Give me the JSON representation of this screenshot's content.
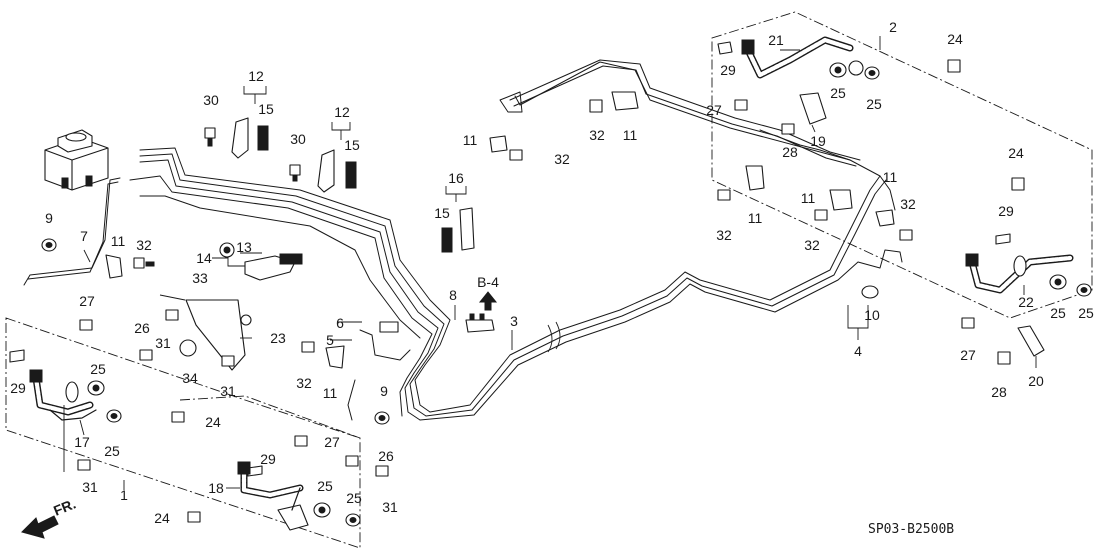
{
  "diagram": {
    "code": "SP03-B2500B",
    "direction_label": "FR.",
    "ref_label": "B-4"
  },
  "callouts": [
    {
      "id": "c1",
      "text": "1"
    },
    {
      "id": "c2",
      "text": "2"
    },
    {
      "id": "c3",
      "text": "3"
    },
    {
      "id": "c4",
      "text": "4"
    },
    {
      "id": "c5",
      "text": "5"
    },
    {
      "id": "c6",
      "text": "6"
    },
    {
      "id": "c7",
      "text": "7"
    },
    {
      "id": "c8",
      "text": "8"
    },
    {
      "id": "c9a",
      "text": "9"
    },
    {
      "id": "c9b",
      "text": "9"
    },
    {
      "id": "c10",
      "text": "10"
    },
    {
      "id": "c11a",
      "text": "11"
    },
    {
      "id": "c11b",
      "text": "11"
    },
    {
      "id": "c11c",
      "text": "11"
    },
    {
      "id": "c11d",
      "text": "11"
    },
    {
      "id": "c11e",
      "text": "11"
    },
    {
      "id": "c11f",
      "text": "11"
    },
    {
      "id": "c11g",
      "text": "11"
    },
    {
      "id": "c12a",
      "text": "12"
    },
    {
      "id": "c12b",
      "text": "12"
    },
    {
      "id": "c13",
      "text": "13"
    },
    {
      "id": "c14",
      "text": "14"
    },
    {
      "id": "c15a",
      "text": "15"
    },
    {
      "id": "c15b",
      "text": "15"
    },
    {
      "id": "c15c",
      "text": "15"
    },
    {
      "id": "c16",
      "text": "16"
    },
    {
      "id": "c17",
      "text": "17"
    },
    {
      "id": "c18",
      "text": "18"
    },
    {
      "id": "c19",
      "text": "19"
    },
    {
      "id": "c20",
      "text": "20"
    },
    {
      "id": "c21",
      "text": "21"
    },
    {
      "id": "c22",
      "text": "22"
    },
    {
      "id": "c23",
      "text": "23"
    },
    {
      "id": "c24a",
      "text": "24"
    },
    {
      "id": "c24b",
      "text": "24"
    },
    {
      "id": "c24c",
      "text": "24"
    },
    {
      "id": "c24d",
      "text": "24"
    },
    {
      "id": "c25a",
      "text": "25"
    },
    {
      "id": "c25b",
      "text": "25"
    },
    {
      "id": "c25c",
      "text": "25"
    },
    {
      "id": "c25d",
      "text": "25"
    },
    {
      "id": "c25e",
      "text": "25"
    },
    {
      "id": "c25f",
      "text": "25"
    },
    {
      "id": "c25g",
      "text": "25"
    },
    {
      "id": "c25h",
      "text": "25"
    },
    {
      "id": "c26a",
      "text": "26"
    },
    {
      "id": "c26b",
      "text": "26"
    },
    {
      "id": "c27a",
      "text": "27"
    },
    {
      "id": "c27b",
      "text": "27"
    },
    {
      "id": "c27c",
      "text": "27"
    },
    {
      "id": "c27d",
      "text": "27"
    },
    {
      "id": "c28a",
      "text": "28"
    },
    {
      "id": "c28b",
      "text": "28"
    },
    {
      "id": "c29a",
      "text": "29"
    },
    {
      "id": "c29b",
      "text": "29"
    },
    {
      "id": "c29c",
      "text": "29"
    },
    {
      "id": "c29d",
      "text": "29"
    },
    {
      "id": "c30a",
      "text": "30"
    },
    {
      "id": "c30b",
      "text": "30"
    },
    {
      "id": "c31a",
      "text": "31"
    },
    {
      "id": "c31b",
      "text": "31"
    },
    {
      "id": "c31c",
      "text": "31"
    },
    {
      "id": "c31d",
      "text": "31"
    },
    {
      "id": "c32a",
      "text": "32"
    },
    {
      "id": "c32b",
      "text": "32"
    },
    {
      "id": "c32c",
      "text": "32"
    },
    {
      "id": "c32d",
      "text": "32"
    },
    {
      "id": "c32e",
      "text": "32"
    },
    {
      "id": "c32f",
      "text": "32"
    },
    {
      "id": "c32g",
      "text": "32"
    },
    {
      "id": "c33",
      "text": "33"
    },
    {
      "id": "c34",
      "text": "34"
    }
  ]
}
